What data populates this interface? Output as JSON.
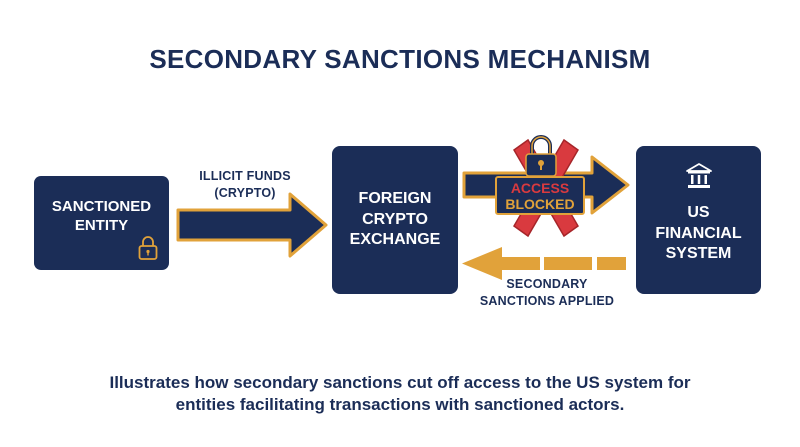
{
  "title": "SECONDARY SANCTIONS MECHANISM",
  "nodes": {
    "sanctioned_entity": {
      "label": "SANCTIONED\nENTITY",
      "icon": "lock-icon"
    },
    "foreign_exchange": {
      "label": "FOREIGN\nCRYPTO\nEXCHANGE"
    },
    "us_system": {
      "label": "US\nFINANCIAL\nSYSTEM",
      "icon": "bank-icon"
    }
  },
  "edges": {
    "illicit_funds": {
      "label": "ILLICIT FUNDS\n(CRYPTO)",
      "from": "sanctioned_entity",
      "to": "foreign_exchange"
    },
    "blocked_access": {
      "from": "foreign_exchange",
      "to": "us_system",
      "status": "blocked"
    },
    "secondary_sanctions": {
      "label": "SECONDARY\nSANCTIONS APPLIED",
      "from": "us_system",
      "to": "foreign_exchange"
    }
  },
  "block": {
    "line1": "ACCESS",
    "line2": "BLOCKED",
    "icon": "padlock-icon",
    "mark": "red-x"
  },
  "caption": "Illustrates how secondary sanctions cut off access to the US system for\nentities facilitating transactions with sanctioned actors.",
  "colors": {
    "navy": "#1b2d57",
    "orange": "#e1a23a",
    "red": "#d93a3f",
    "background": "#ffffff"
  }
}
